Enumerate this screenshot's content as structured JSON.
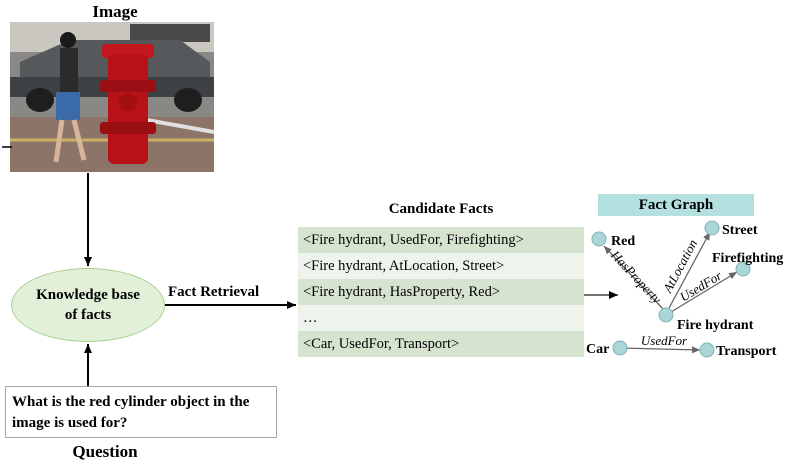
{
  "image_title": "Image",
  "knowledge_base": "Knowledge base of facts",
  "fact_retrieval": "Fact Retrieval",
  "question_text": "What is the red cylinder object in the image is used for?",
  "question_label": "Question",
  "candidate_title": "Candidate Facts",
  "facts": [
    "<Fire hydrant, UsedFor, Firefighting>",
    "<Fire hydrant, AtLocation, Street>",
    "<Fire hydrant, HasProperty, Red>",
    "…",
    "<Car, UsedFor, Transport>"
  ],
  "graph": {
    "title": "Fact Graph",
    "nodes": {
      "red": "Red",
      "street": "Street",
      "firefighting": "Firefighting",
      "fire_hydrant": "Fire hydrant",
      "car": "Car",
      "transport": "Transport"
    },
    "edges": {
      "has_property": "HasProperty",
      "at_location": "AtLocation",
      "used_for_1": "UsedFor",
      "used_for_2": "UsedFor"
    }
  },
  "colors": {
    "fact_dark": "#d6e3cf",
    "fact_light": "#eef4eb",
    "ellipse_fill": "#e2f0d9",
    "node_fill": "#a9d6d6",
    "graph_title_bg": "#b4e0e0"
  }
}
